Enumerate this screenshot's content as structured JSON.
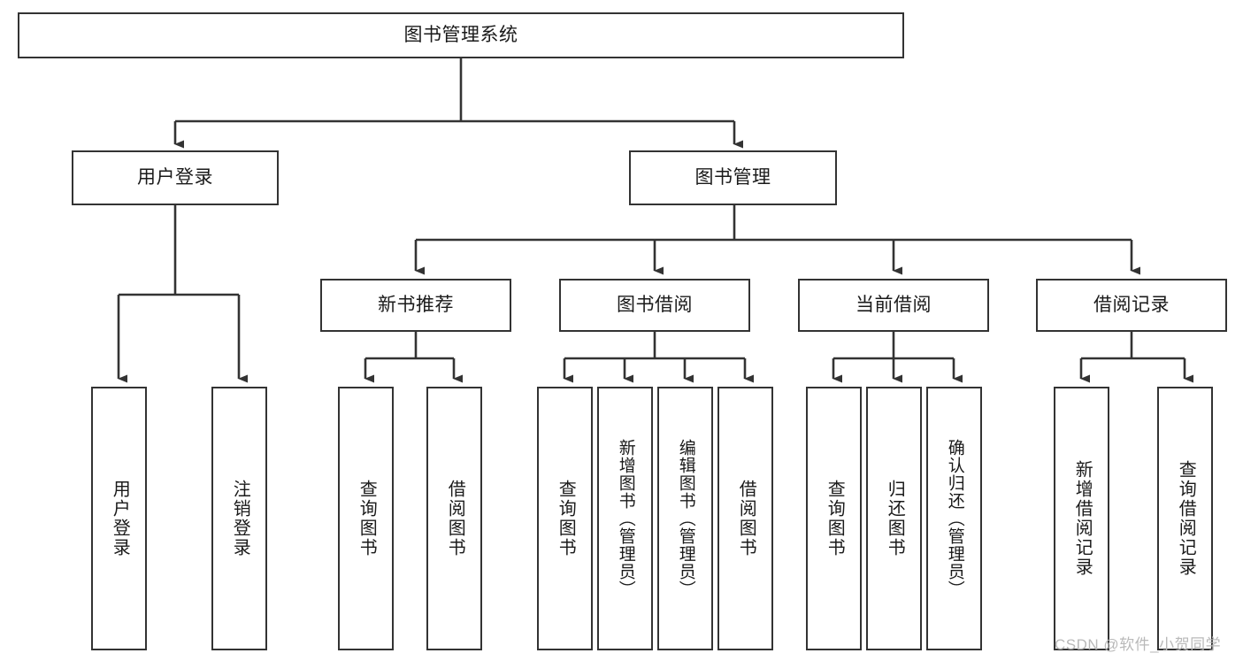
{
  "diagram": {
    "title": "图书管理系统",
    "type": "tree-hierarchy-diagram",
    "root": {
      "label": "图书管理系统"
    },
    "level2": [
      {
        "label": "用户登录"
      },
      {
        "label": "图书管理"
      }
    ],
    "level3": [
      {
        "label": "新书推荐",
        "parent": "图书管理"
      },
      {
        "label": "图书借阅",
        "parent": "图书管理"
      },
      {
        "label": "当前借阅",
        "parent": "图书管理"
      },
      {
        "label": "借阅记录",
        "parent": "图书管理"
      }
    ],
    "leaves": [
      {
        "label": "用户登录",
        "parent": "用户登录"
      },
      {
        "label": "注销登录",
        "parent": "用户登录"
      },
      {
        "label": "查询图书",
        "parent": "新书推荐"
      },
      {
        "label": "借阅图书",
        "parent": "新书推荐"
      },
      {
        "label": "查询图书",
        "parent": "图书借阅"
      },
      {
        "label": "新增图书（管理员）",
        "parent": "图书借阅"
      },
      {
        "label": "编辑图书（管理员）",
        "parent": "图书借阅"
      },
      {
        "label": "借阅图书",
        "parent": "图书借阅"
      },
      {
        "label": "查询图书",
        "parent": "当前借阅"
      },
      {
        "label": "归还图书",
        "parent": "当前借阅"
      },
      {
        "label": "确认归还（管理员）",
        "parent": "当前借阅"
      },
      {
        "label": "新增借阅记录",
        "parent": "借阅记录"
      },
      {
        "label": "查询借阅记录",
        "parent": "借阅记录"
      }
    ],
    "watermark": "CSDN @软件_小贺同学",
    "colors": {
      "stroke": "#333333",
      "fill": "#ffffff",
      "text": "#1a1a1a",
      "watermark": "#b9b9b9"
    }
  }
}
